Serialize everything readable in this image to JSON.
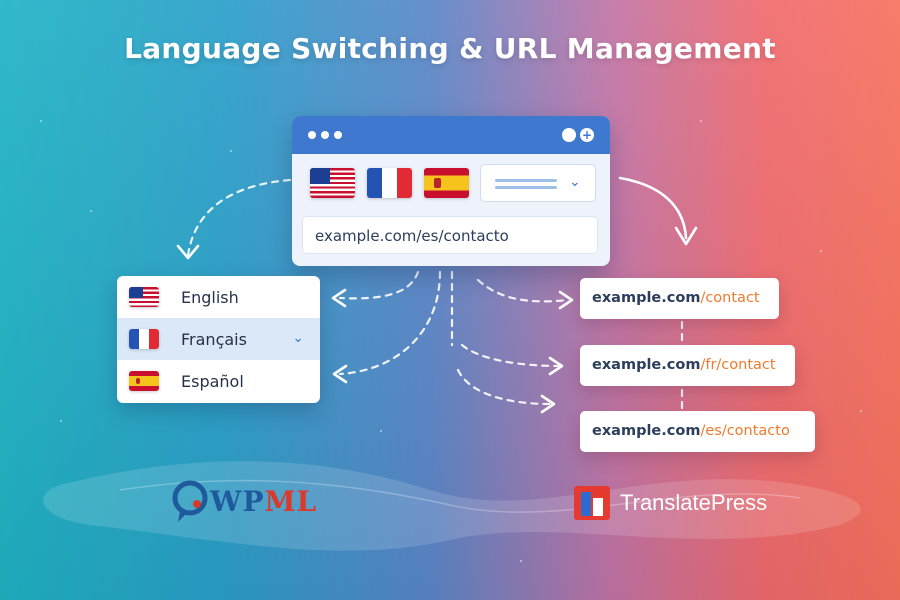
{
  "title": "Language Switching & URL Management",
  "browser": {
    "url_domain": "example.com",
    "url_path": "/es/contacto",
    "flags": [
      "us-flag-icon",
      "france-flag-icon",
      "spain-flag-icon"
    ]
  },
  "language_switcher": {
    "items": [
      {
        "label": "English",
        "flag": "us-flag-icon"
      },
      {
        "label": "Français",
        "flag": "france-flag-icon",
        "selected": true
      },
      {
        "label": "Español",
        "flag": "spain-flag-icon"
      }
    ]
  },
  "url_cards": [
    {
      "domain": "example.com",
      "path": "/contact"
    },
    {
      "domain": "example.com",
      "path": "/fr/contact"
    },
    {
      "domain": "example.com",
      "path": "/es/contacto"
    }
  ],
  "logos": {
    "wpml": {
      "text_w": "W",
      "text_p": "P",
      "text_ml": "ML"
    },
    "translatepress": {
      "text": "TranslatePress"
    }
  },
  "colors": {
    "accent": "#3e79cf",
    "url_path": "#ef7a2d",
    "wpml_blue": "#1e5a9c",
    "wpml_red": "#d93a2b",
    "tp_red": "#e43a2f"
  }
}
